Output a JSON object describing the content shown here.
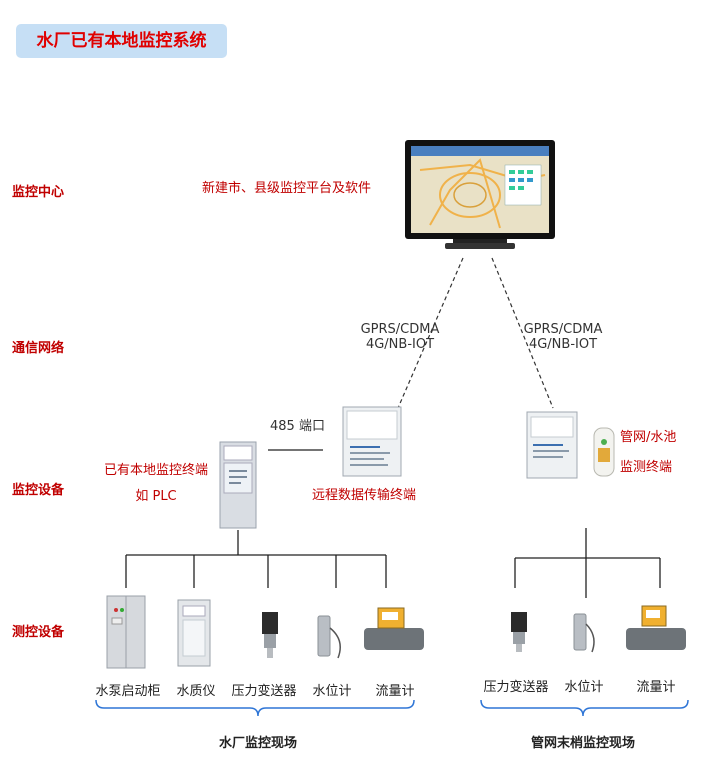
{
  "title": "水厂已有本地监控系统",
  "rows": {
    "center": "监控中心",
    "network": "通信网络",
    "devices": "监控设备",
    "measure": "测控设备"
  },
  "center_note": "新建市、县级监控平台及软件",
  "comm_left": {
    "line1": "GPRS/CDMA",
    "line2": "4G/NB-IOT"
  },
  "comm_right": {
    "line1": "GPRS/CDMA",
    "line2": "4G/NB-IOT"
  },
  "port_label": "485 端口",
  "local_terminal": {
    "line1": "已有本地监控终端",
    "line2": "如 PLC"
  },
  "rtu_label": "远程数据传输终端",
  "pipe_terminal": {
    "line1": "管网/水池",
    "line2": "监测终端"
  },
  "plant_devices": [
    "水泵启动柜",
    "水质仪",
    "压力变送器",
    "水位计",
    "流量计"
  ],
  "network_devices": [
    "压力变送器",
    "水位计",
    "流量计"
  ],
  "plant_site": "水厂监控现场",
  "network_site": "管网末梢监控现场",
  "colors": {
    "label_red": "#c00000",
    "title_red": "#e00000",
    "title_bg": "#c6dff5",
    "bracket_blue": "#2e75d6"
  }
}
